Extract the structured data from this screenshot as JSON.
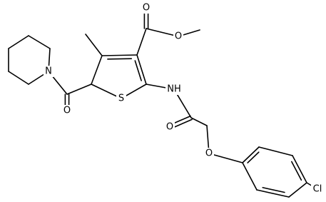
{
  "structure": {
    "atoms": [
      {
        "id": "o_ester_carbonyl",
        "label": "O"
      },
      {
        "id": "o_ester_single",
        "label": "O"
      },
      {
        "id": "n_piperidine",
        "label": "N"
      },
      {
        "id": "o_ketone",
        "label": "O"
      },
      {
        "id": "s_thiophene",
        "label": "S"
      },
      {
        "id": "nh_amide",
        "label": "NH"
      },
      {
        "id": "o_amide",
        "label": "O"
      },
      {
        "id": "o_ether",
        "label": "O"
      },
      {
        "id": "cl",
        "label": "Cl"
      }
    ]
  },
  "colors": {
    "bond": "#000000",
    "label": "#000000",
    "background": "#ffffff"
  }
}
